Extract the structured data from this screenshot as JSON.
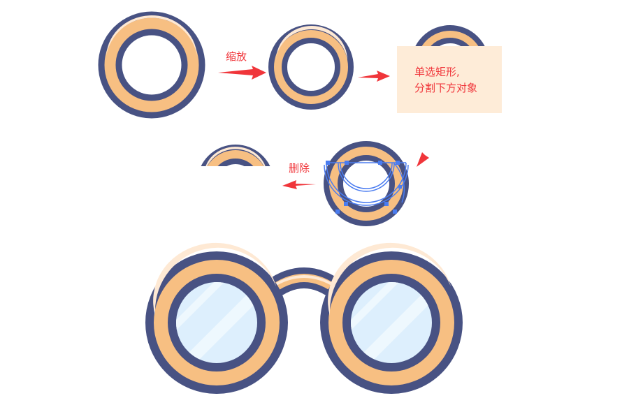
{
  "steps": {
    "scale_label": "缩放",
    "note_line1": "单选矩形,",
    "note_line2": "分割下方对象",
    "delete_label": "删除"
  },
  "colors": {
    "outline": "#485283",
    "frame": "#f7bf82",
    "highlight": "#fee9d4",
    "lens": "#ddeffd",
    "lens_shine": "#eef8fe",
    "arrow": "#f0353a",
    "selection": "#4a7cf0",
    "note_bg": "#feecd8"
  }
}
